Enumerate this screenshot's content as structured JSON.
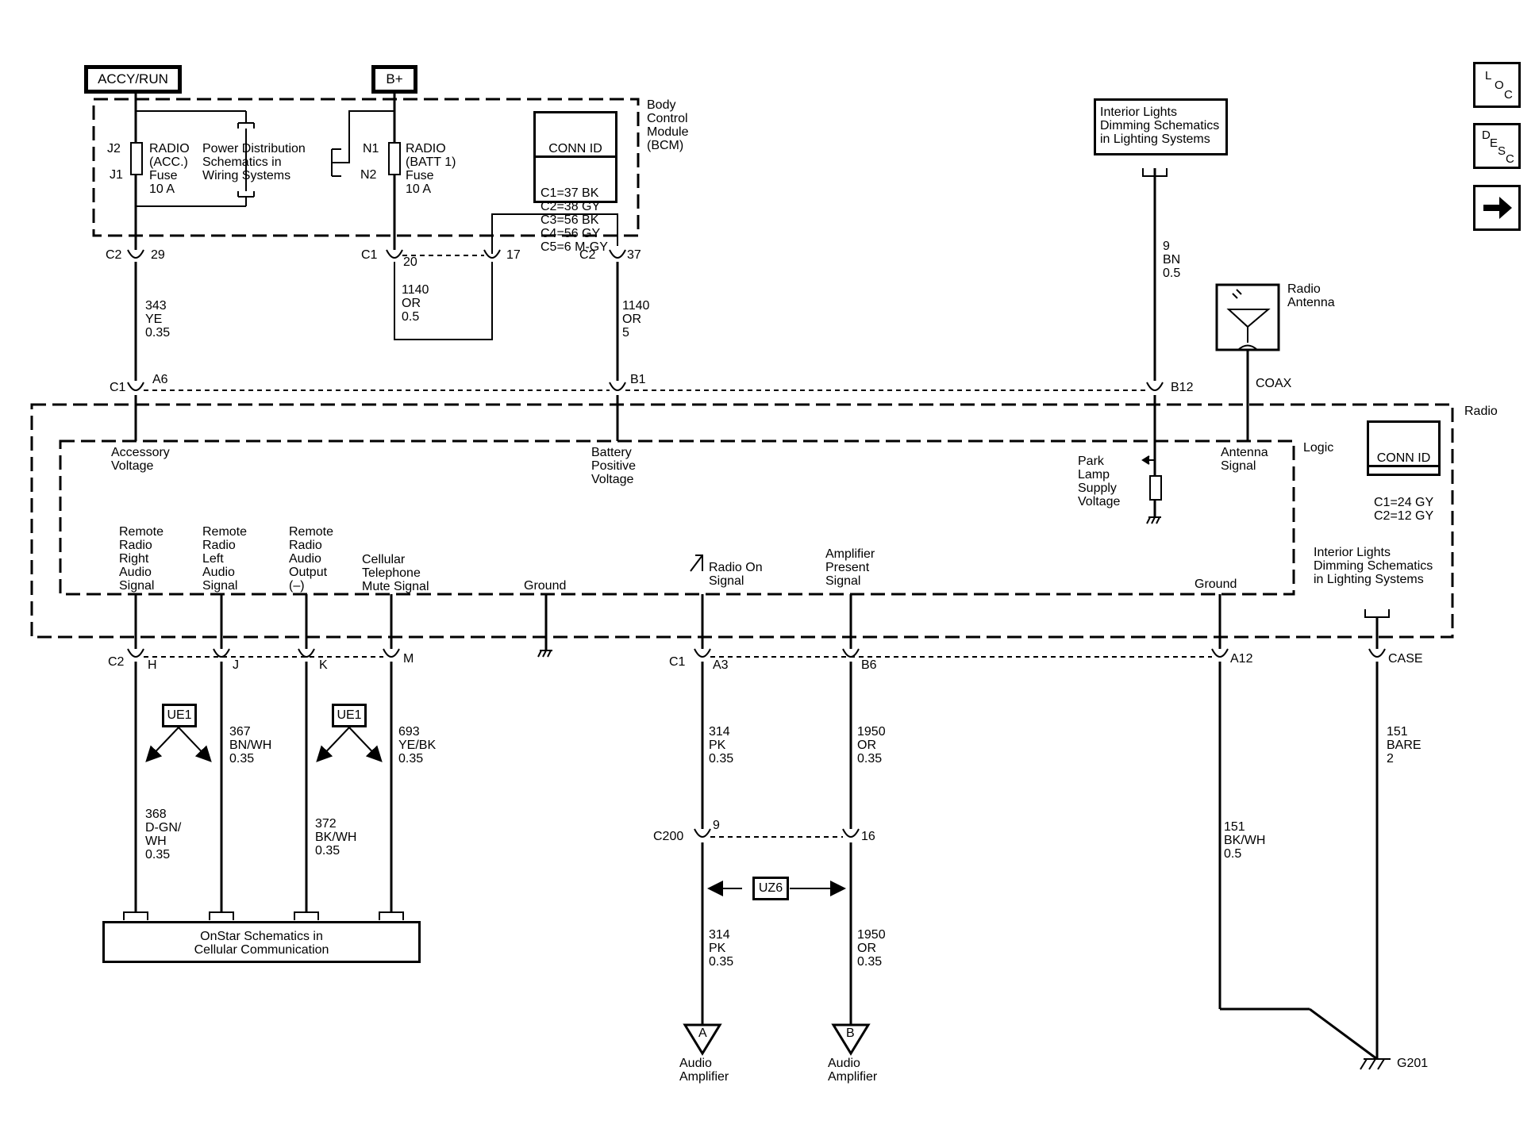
{
  "header": {
    "accy_run": "ACCY/RUN",
    "b_plus": "B+"
  },
  "nav": {
    "loc": [
      "L",
      "O",
      "C"
    ],
    "desc": [
      "D",
      "E",
      "S",
      "C"
    ],
    "next_icon": "arrow-right-icon"
  },
  "bcm": {
    "title": "Body\nControl\nModule\n(BCM)",
    "fuse_acc": "RADIO\n(ACC.)\nFuse\n10 A",
    "fuse_batt": "RADIO\n(BATT 1)\nFuse\n10 A",
    "power_dist": "Power Distribution\nSchematics in\nWiring Systems",
    "j2": "J2",
    "j1": "J1",
    "n1": "N1",
    "n2": "N2",
    "conn_id_title": "CONN ID",
    "conn_id_rows": "C1=37 BK\nC2=38 GY\nC3=56 BK\nC4=56 GY\nC5=6 M-GY"
  },
  "bcm_pins": {
    "c2_29_conn": "C2",
    "c2_29_pin": "29",
    "c1_20_conn": "C1",
    "c1_20_pin": "20",
    "pin_17": "17",
    "c2_37_conn": "C2",
    "c2_37_pin": "37"
  },
  "wires_top": {
    "w343": "343\nYE\n0.35",
    "w1140a": "1140\nOR\n0.5",
    "w1140b": "1140\nOR\n5",
    "w9": "9\nBN\n0.5"
  },
  "interior_lights_top": "Interior Lights\nDimming Schematics\nin Lighting Systems",
  "antenna": {
    "label": "Radio\nAntenna",
    "coax": "COAX"
  },
  "radio_top_pins": {
    "c1": "C1",
    "a6": "A6",
    "b1": "B1",
    "b12": "B12"
  },
  "radio": {
    "title": "Radio",
    "logic": "Logic",
    "conn_id_title": "CONN ID",
    "conn_id_rows": "C1=24 GY\nC2=12 GY",
    "accessory_voltage": "Accessory\nVoltage",
    "battery_positive": "Battery\nPositive\nVoltage",
    "park_lamp": "Park\nLamp\nSupply\nVoltage",
    "antenna_signal": "Antenna\nSignal",
    "remote_right": "Remote\nRadio\nRight\nAudio\nSignal",
    "remote_left": "Remote\nRadio\nLeft\nAudio\nSignal",
    "remote_output": "Remote\nRadio\nAudio\nOutput\n(–)",
    "cell_mute": "Cellular\nTelephone\nMute Signal",
    "ground1": "Ground",
    "radio_on": "Radio On\nSignal",
    "amp_present": "Amplifier\nPresent\nSignal",
    "ground2": "Ground",
    "interior_lights": "Interior Lights\nDimming Schematics\nin Lighting Systems"
  },
  "radio_bottom_pins": {
    "c2": "C2",
    "h": "H",
    "j": "J",
    "k": "K",
    "m": "M",
    "c1": "C1",
    "a3": "A3",
    "b6": "B6",
    "a12": "A12",
    "case": "CASE"
  },
  "wires_bottom": {
    "w367": "367\nBN/WH\n0.35",
    "w368": "368\nD-GN/\nWH\n0.35",
    "w693": "693\nYE/BK\n0.35",
    "w372": "372\nBK/WH\n0.35",
    "w314a": "314\nPK\n0.35",
    "w1950a": "1950\nOR\n0.35",
    "w314b": "314\nPK\n0.35",
    "w1950b": "1950\nOR\n0.35",
    "w151a": "151\nBARE\n2",
    "w151b": "151\nBK/WH\n0.5"
  },
  "ue1_a": "UE1",
  "ue1_b": "UE1",
  "uz6": "UZ6",
  "c200": {
    "conn": "C200",
    "pin9": "9",
    "pin16": "16"
  },
  "onstar": "OnStar Schematics in\nCellular Communication",
  "amps": {
    "a": "A",
    "b": "B",
    "a_label": "Audio\nAmplifier",
    "b_label": "Audio\nAmplifier"
  },
  "g201": "G201"
}
